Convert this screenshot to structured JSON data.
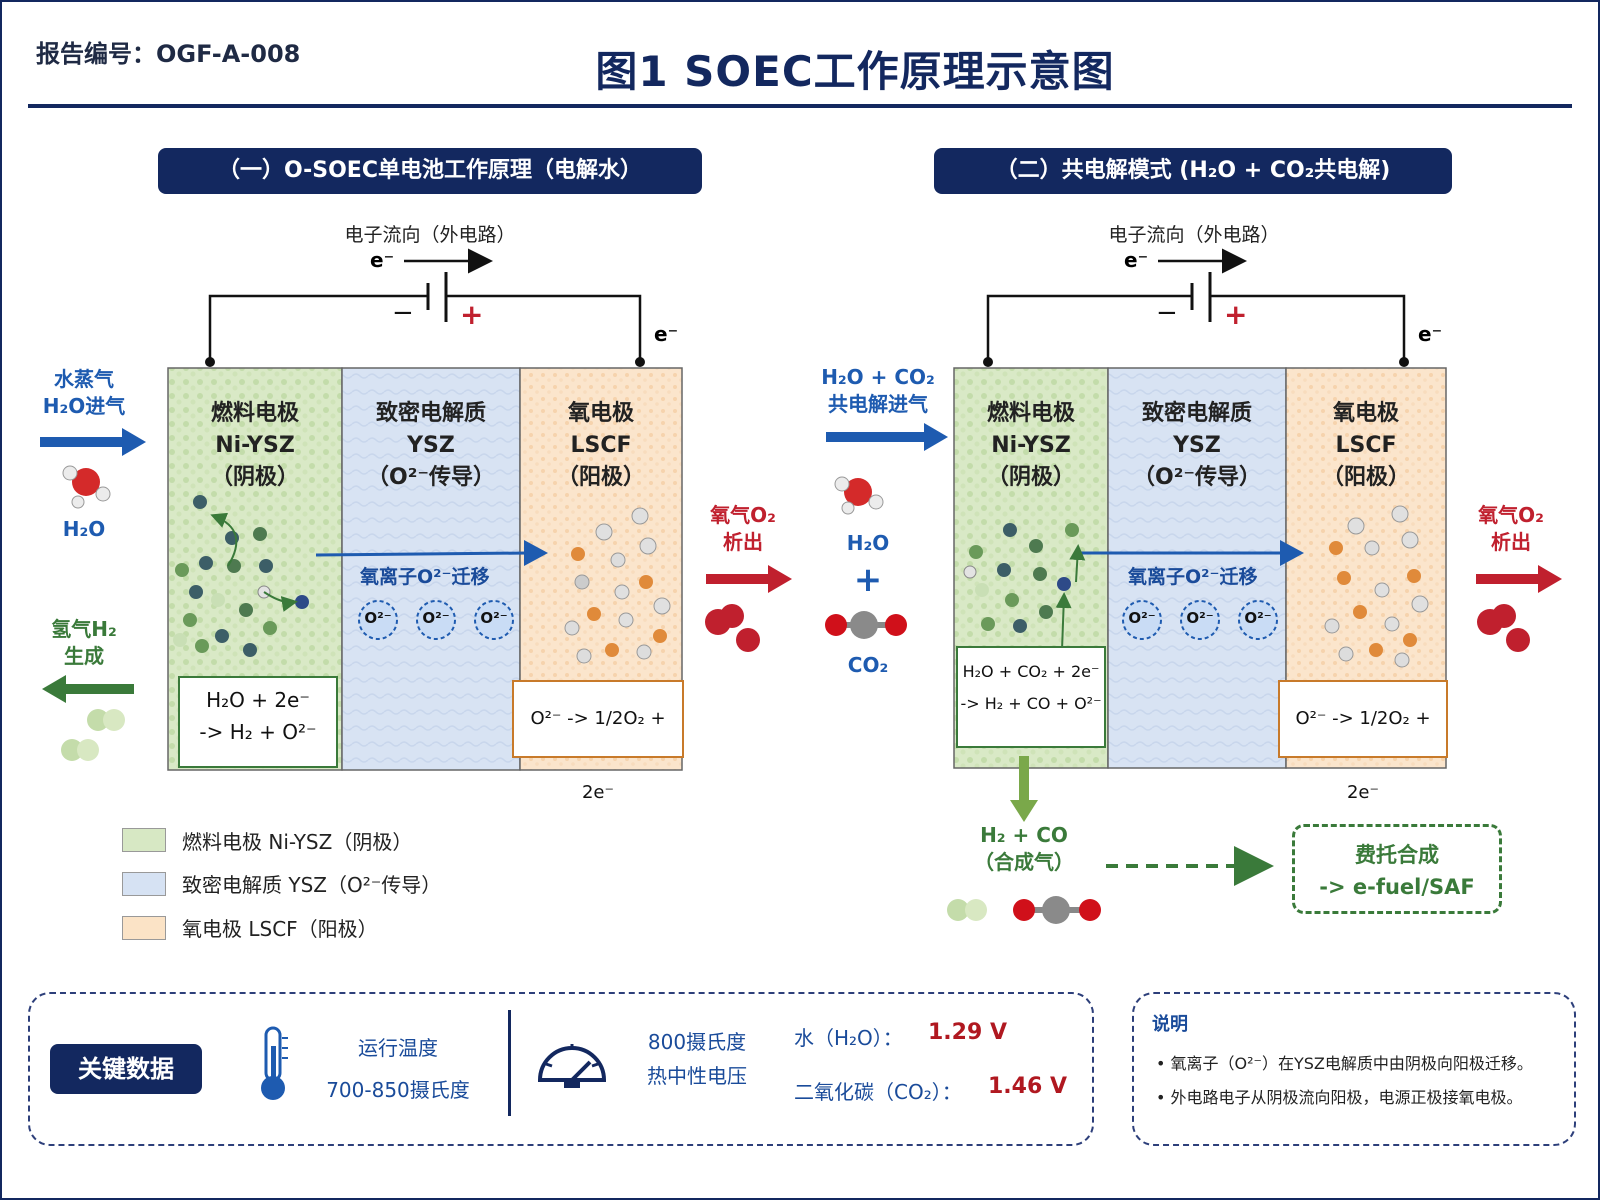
{
  "report": {
    "number_label": "报告编号：OGF-A-008"
  },
  "title": "图1   SOEC工作原理示意图",
  "colors": {
    "navy": "#13285f",
    "blue_arrow": "#1e5bb0",
    "red": "#c0202e",
    "green": "#3a7a3a",
    "anode": "#fbe3c6",
    "cathode": "#d7e8c4",
    "electrolyte": "#d6e2f3"
  },
  "section1": {
    "heading": "（一）O-SOEC单电池工作原理（电解水）",
    "circuit_label": "电子流向（外电路）",
    "electron": "e⁻",
    "minus": "−",
    "plus": "+",
    "inlet_label_1": "水蒸气",
    "inlet_label_2": "H₂O进气",
    "h2o_label": "H₂O",
    "h2_label_1": "氢气H₂",
    "h2_label_2": "生成",
    "o2_label_1": "氧气O₂",
    "o2_label_2": "析出",
    "cathode": {
      "name": "燃料电极",
      "material": "Ni-YSZ",
      "role": "（阴极）"
    },
    "electrolyte": {
      "name": "致密电解质",
      "material": "YSZ",
      "role": "（O²⁻传导）"
    },
    "anode": {
      "name": "氧电极",
      "material": "LSCF",
      "role": "（阳极）"
    },
    "ion_migration": "氧离子O²⁻迁移",
    "ion": "O²⁻",
    "cathode_eq_1": "H₂O + 2e⁻",
    "cathode_eq_2": "-> H₂ + O²⁻",
    "anode_eq": "O²⁻ -> 1/2O₂ + 2e⁻"
  },
  "section2": {
    "heading": "（二）共电解模式 (H₂O + CO₂共电解)",
    "circuit_label": "电子流向（外电路）",
    "electron": "e⁻",
    "minus": "−",
    "plus": "+",
    "inlet_label_1": "H₂O + CO₂",
    "inlet_label_2": "共电解进气",
    "h2o_label": "H₂O",
    "plus_sign": "+",
    "co2_label": "CO₂",
    "o2_label_1": "氧气O₂",
    "o2_label_2": "析出",
    "cathode": {
      "name": "燃料电极",
      "material": "Ni-YSZ",
      "role": "（阴极）"
    },
    "electrolyte": {
      "name": "致密电解质",
      "material": "YSZ",
      "role": "（O²⁻传导）"
    },
    "anode": {
      "name": "氧电极",
      "material": "LSCF",
      "role": "（阳极）"
    },
    "ion_migration": "氧离子O²⁻迁移",
    "ion": "O²⁻",
    "cathode_eq_1": "H₂O + CO₂ + 2e⁻",
    "cathode_eq_2": "-> H₂ + CO + O²⁻",
    "anode_eq": "O²⁻ -> 1/2O₂ + 2e⁻",
    "syngas_1": "H₂ + CO",
    "syngas_2": "（合成气）",
    "ft_1": "费托合成",
    "ft_2": "-> e-fuel/SAF"
  },
  "legend": [
    {
      "label": "燃料电极 Ni-YSZ（阴极）"
    },
    {
      "label": "致密电解质 YSZ（O²⁻传导）"
    },
    {
      "label": "氧电极 LSCF（阳极）"
    }
  ],
  "key_data": {
    "badge": "关键数据",
    "temp_label": "运行温度",
    "temp_value": "700-850摄氏度",
    "voltage_label_1": "800摄氏度",
    "voltage_label_2": "热中性电压",
    "water_label": "水（H₂O）：",
    "water_value": "1.29 V",
    "co2_label": "二氧化碳（CO₂）：",
    "co2_value": "1.46 V"
  },
  "notes": {
    "title": "说明",
    "items": [
      "氧离子（O²⁻）在YSZ电解质中由阴极向阳极迁移。",
      "外电路电子从阴极流向阳极，电源正极接氧电极。"
    ]
  },
  "icons": [
    "thermometer-icon",
    "speedometer-icon",
    "water-molecule-icon",
    "co2-molecule-icon",
    "o2-molecule-icon",
    "h2-molecule-icon"
  ]
}
